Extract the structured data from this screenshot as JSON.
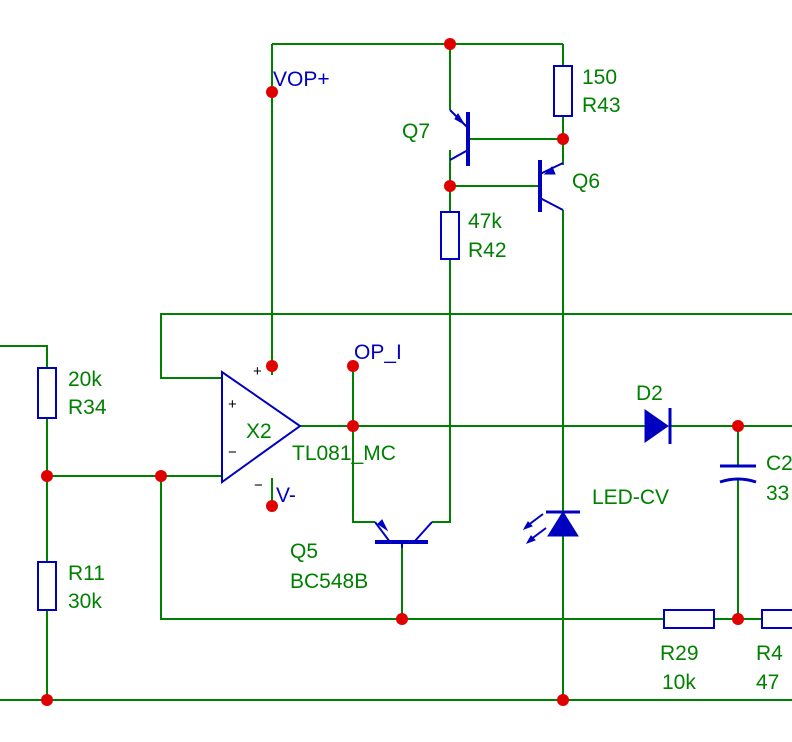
{
  "labels": {
    "vop_plus": "VOP+",
    "op_i": "OP_I",
    "v_minus": "V-",
    "x2": "X2",
    "tl081": "TL081_MC",
    "q5": "Q5",
    "q5_type": "BC548B",
    "q6": "Q6",
    "q7": "Q7",
    "r42_val": "47k",
    "r42": "R42",
    "r43_val": "150",
    "r43": "R43",
    "r34_val": "20k",
    "r34": "R34",
    "r11": "R11",
    "r11_val": "30k",
    "d2": "D2",
    "led_cv": "LED-CV",
    "c2": "C2",
    "c2_val": "33",
    "r29": "R29",
    "r29_val": "10k",
    "r4": "R4",
    "r4_val": "47",
    "plus_sign": "+",
    "minus_sign": "−"
  },
  "colors": {
    "wire": "#008000",
    "component": "#0000c0",
    "node": "#e00000",
    "background": "#ffffff"
  }
}
